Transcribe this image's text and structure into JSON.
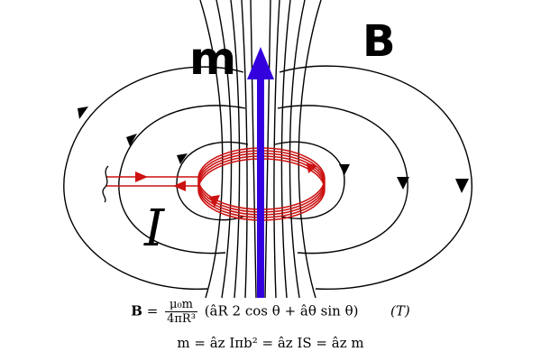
{
  "labels": {
    "moment": "m",
    "field": "B",
    "current": "I"
  },
  "equations": {
    "field_lhs": "B",
    "field_eq": "=",
    "field_num": "μ₀m",
    "field_den": "4πR³",
    "field_rhs": "(âR 2 cos θ + âθ sin θ)",
    "field_unit": "(T)",
    "moment_eq": "m = âz Iπb² = âz IS = âz m"
  },
  "colors": {
    "field_lines": "#000000",
    "moment_arrow": "#3300dd",
    "current_loop": "#cc1111"
  }
}
